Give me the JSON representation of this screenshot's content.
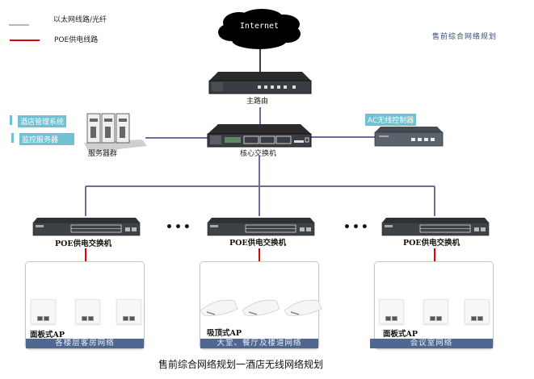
{
  "legend": {
    "ethernet_label": "以太网线路/光纤",
    "poe_label": "POE供电线路",
    "ethernet_color": "#6a6e9c",
    "poe_color": "#e00000"
  },
  "plan_title": "售前综合网络规划",
  "internet": {
    "label": "Internet"
  },
  "router": {
    "label": "主路由"
  },
  "core_switch": {
    "label": "核心交换机"
  },
  "servers": {
    "label": "服务器群",
    "tags": [
      "酒店管理系统",
      "监控服务器"
    ]
  },
  "ac_controller": {
    "label": "AC无线控制器"
  },
  "poe_switches": [
    {
      "label": "POE供电交换机"
    },
    {
      "label": "POE供电交换机"
    },
    {
      "label": "POE供电交换机"
    }
  ],
  "ellipsis": "•••",
  "zones": [
    {
      "ap_type": "面板式AP",
      "footer": "各楼层客房网络",
      "ap_style": "panel"
    },
    {
      "ap_type": "吸顶式AP",
      "footer": "大堂、餐厅及楼道网络",
      "ap_style": "ceiling"
    },
    {
      "ap_type": "面板式AP",
      "footer": "会议室网络",
      "ap_style": "panel"
    }
  ],
  "caption": "售前综合网络规划一酒店无线网络规划",
  "colors": {
    "tag_cyan": "#6fc1d3",
    "zone_footer": "#50688f",
    "link": "#6a6e9c",
    "poe": "#e00000"
  }
}
